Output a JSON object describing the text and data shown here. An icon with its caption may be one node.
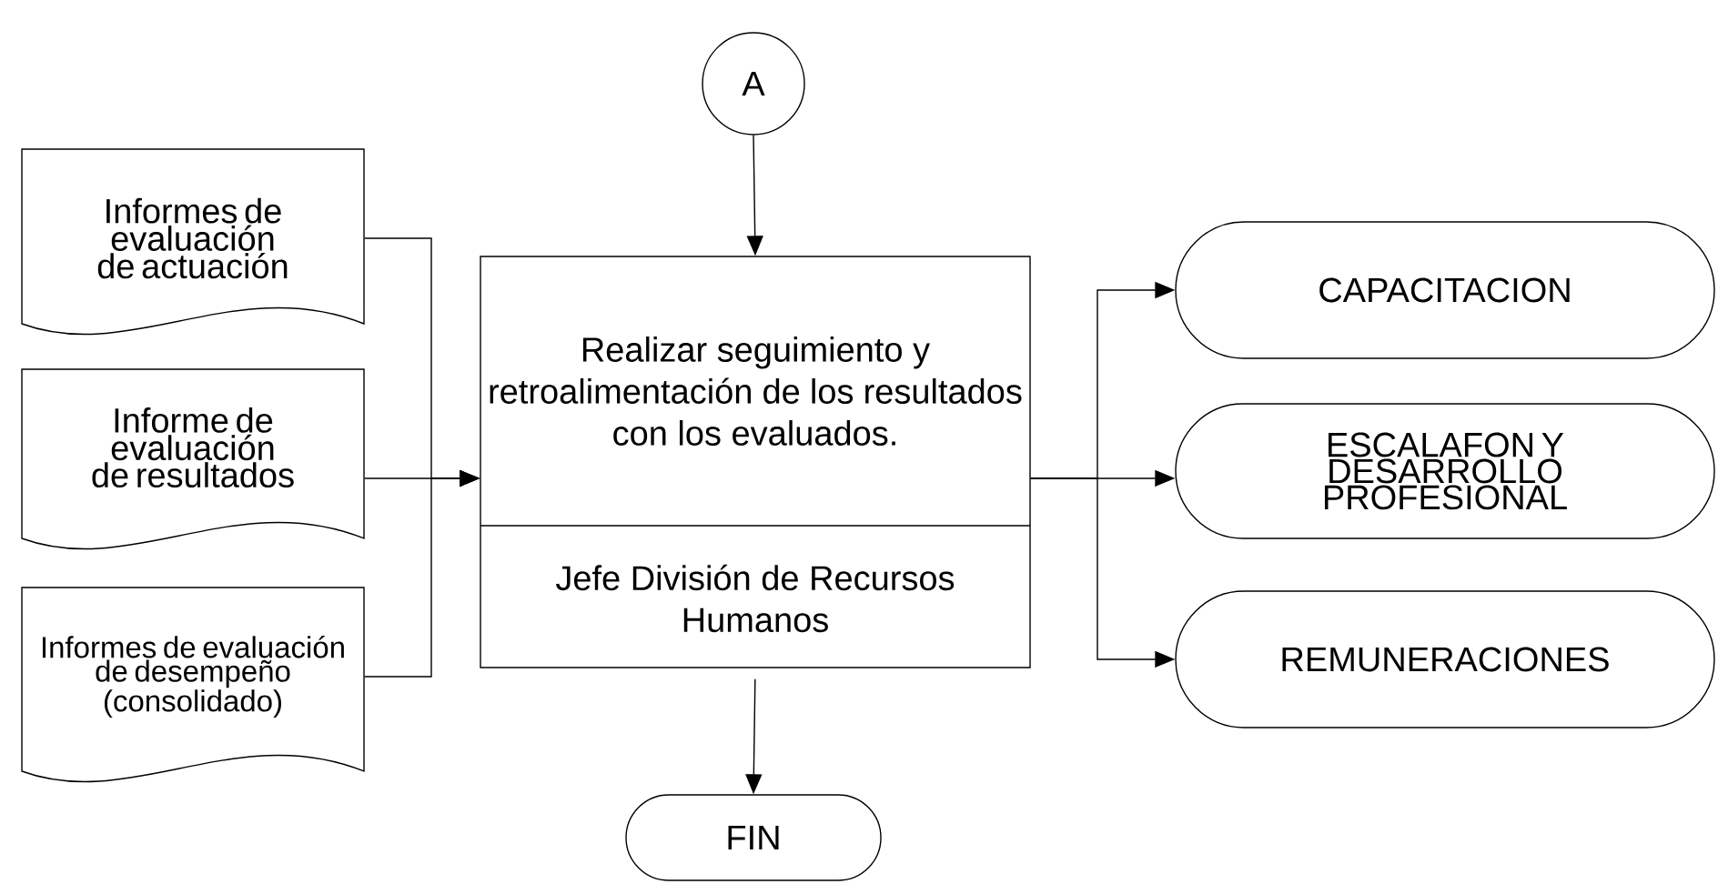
{
  "diagram": {
    "nodes": [
      {
        "text": [
          "A"
        ]
      },
      {
        "text": [
          "Informes de evaluación de actuación"
        ]
      },
      {
        "text": [
          "Informe de evaluación de resultados"
        ]
      },
      {
        "text": [
          "Informes de evaluación de desempeño (consolidado)"
        ]
      },
      {
        "text": [
          "Realizar seguimiento y retroalimentación de los resultados con los evaluados.",
          "Jefe División de Recursos Humanos"
        ]
      },
      {
        "text": [
          "CAPACITACION"
        ]
      },
      {
        "text": [
          "ESCALAFON Y DESARROLLO PROFESIONAL"
        ]
      },
      {
        "text": [
          "REMUNERACIONES"
        ]
      },
      {
        "text": [
          "FIN"
        ]
      }
    ],
    "edges": [
      {
        "from": 0,
        "to": 4,
        "arrow": "to"
      },
      {
        "from": 1,
        "to": 4,
        "arrow": "to"
      },
      {
        "from": 2,
        "to": 4,
        "arrow": "to"
      },
      {
        "from": 3,
        "to": 4,
        "arrow": "to"
      },
      {
        "from": 4,
        "to": 5,
        "arrow": "to"
      },
      {
        "from": 4,
        "to": 6,
        "arrow": "to"
      },
      {
        "from": 4,
        "to": 7,
        "arrow": "to"
      },
      {
        "from": 4,
        "to": 8,
        "arrow": "to"
      }
    ]
  }
}
